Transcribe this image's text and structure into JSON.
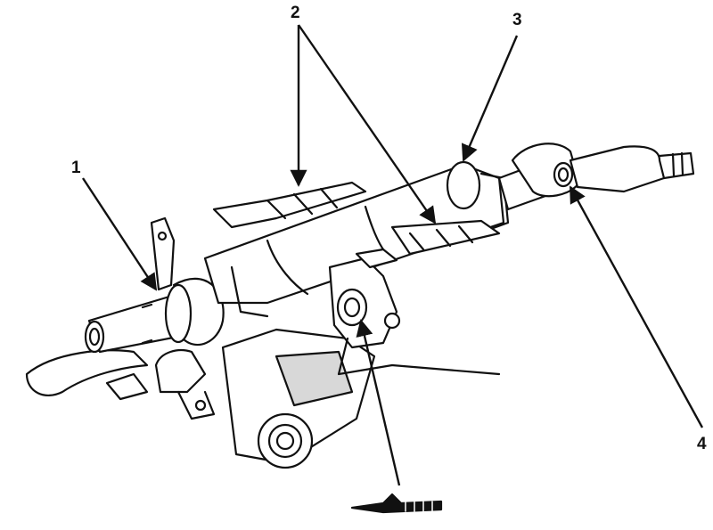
{
  "diagram": {
    "colors": {
      "stroke": "#111111",
      "background": "#ffffff",
      "shade": "#d8d8d8"
    },
    "callouts": [
      {
        "id": "1",
        "label": "1"
      },
      {
        "id": "2",
        "label": "2"
      },
      {
        "id": "3",
        "label": "3"
      },
      {
        "id": "4",
        "label": "4"
      }
    ]
  }
}
